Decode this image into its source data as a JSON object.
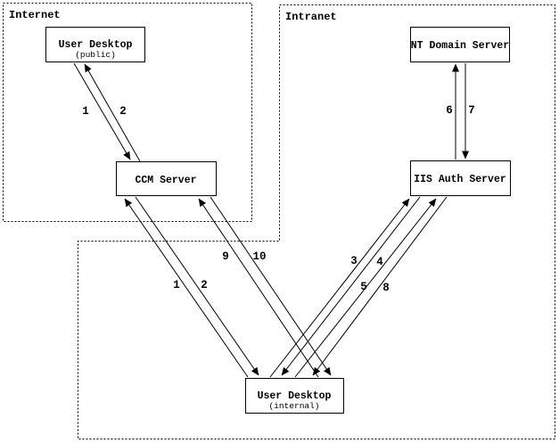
{
  "zones": {
    "internet": {
      "label": "Internet"
    },
    "intranet": {
      "label": "Intranet"
    }
  },
  "nodes": {
    "user_desktop_public": {
      "title": "User Desktop",
      "subtitle": "(public)"
    },
    "ccm_server": {
      "title": "CCM Server"
    },
    "nt_domain_server": {
      "title": "NT Domain Server"
    },
    "iis_auth_server": {
      "title": "IIS Auth Server"
    },
    "user_desktop_internal": {
      "title": "User Desktop",
      "subtitle": "(internal)"
    }
  },
  "edges": [
    {
      "label": "1",
      "from": "user_desktop_public",
      "to": "ccm_server"
    },
    {
      "label": "2",
      "from": "ccm_server",
      "to": "user_desktop_public"
    },
    {
      "label": "6",
      "from": "iis_auth_server",
      "to": "nt_domain_server"
    },
    {
      "label": "7",
      "from": "nt_domain_server",
      "to": "iis_auth_server"
    },
    {
      "label": "1",
      "from": "user_desktop_internal",
      "to": "ccm_server"
    },
    {
      "label": "2",
      "from": "ccm_server",
      "to": "user_desktop_internal"
    },
    {
      "label": "9",
      "from": "user_desktop_internal",
      "to": "ccm_server"
    },
    {
      "label": "10",
      "from": "ccm_server",
      "to": "user_desktop_internal"
    },
    {
      "label": "3",
      "from": "user_desktop_internal",
      "to": "iis_auth_server"
    },
    {
      "label": "4",
      "from": "iis_auth_server",
      "to": "user_desktop_internal"
    },
    {
      "label": "5",
      "from": "user_desktop_internal",
      "to": "iis_auth_server"
    },
    {
      "label": "8",
      "from": "iis_auth_server",
      "to": "user_desktop_internal"
    }
  ],
  "colors": {
    "foreground": "#000000",
    "background": "#ffffff"
  }
}
